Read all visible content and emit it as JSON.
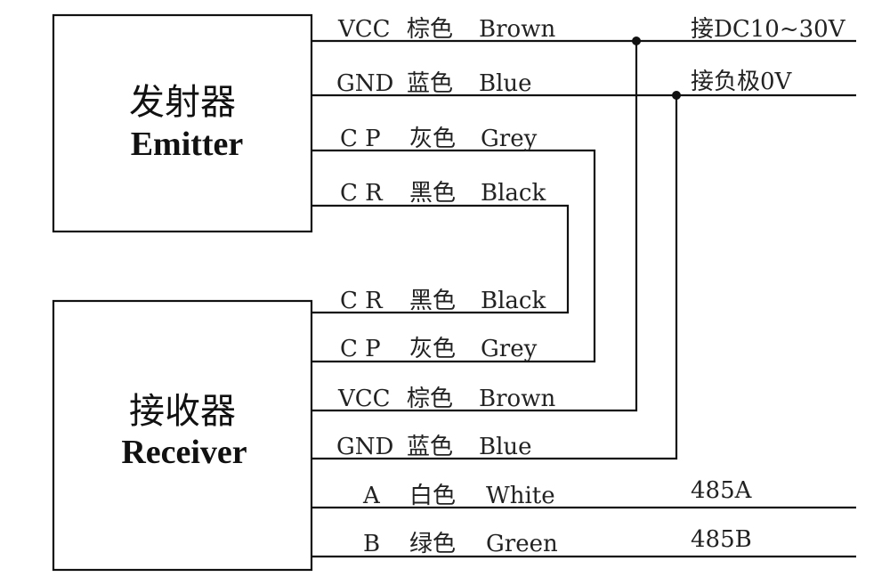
{
  "emitter": {
    "name_cn": "发射器",
    "name_en": "Emitter",
    "wires": [
      {
        "code": "VCC",
        "color_cn": "棕色",
        "color_en": "Brown"
      },
      {
        "code": "GND",
        "color_cn": "蓝色",
        "color_en": "Blue"
      },
      {
        "code": "C P",
        "color_cn": "灰色",
        "color_en": "Grey"
      },
      {
        "code": "C R",
        "color_cn": "黑色",
        "color_en": "Black"
      }
    ]
  },
  "receiver": {
    "name_cn": "接收器",
    "name_en": "Receiver",
    "wires": [
      {
        "code": "C R",
        "color_cn": "黑色",
        "color_en": "Black"
      },
      {
        "code": "C P",
        "color_cn": "灰色",
        "color_en": "Grey"
      },
      {
        "code": "VCC",
        "color_cn": "棕色",
        "color_en": "Brown"
      },
      {
        "code": "GND",
        "color_cn": "蓝色",
        "color_en": "Blue"
      },
      {
        "code": "A",
        "color_cn": "白色",
        "color_en": "White"
      },
      {
        "code": "B",
        "color_cn": "绿色",
        "color_en": "Green"
      }
    ]
  },
  "terminals": {
    "power": "接DC10~30V",
    "ground": "接负极0V",
    "rs485_a": "485A",
    "rs485_b": "485B"
  }
}
